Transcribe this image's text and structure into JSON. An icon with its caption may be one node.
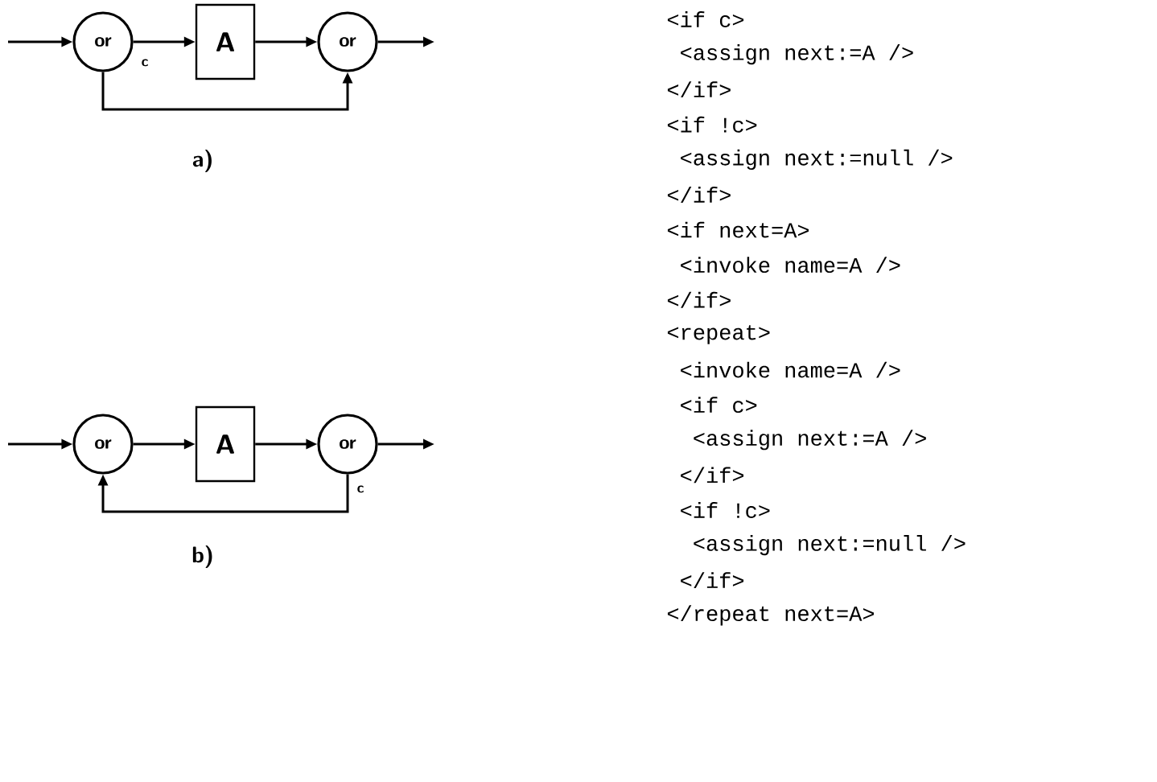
{
  "diagram": {
    "nodes": [
      {
        "text": [
          "or"
        ]
      },
      {
        "text": [
          "A"
        ]
      },
      {
        "text": [
          "or"
        ]
      },
      {
        "text": [
          "or"
        ]
      },
      {
        "text": [
          "A"
        ]
      },
      {
        "text": [
          "or"
        ]
      }
    ],
    "edges": [
      {
        "from": null,
        "to": 0,
        "arrow": "to"
      },
      {
        "from": 0,
        "to": 1,
        "arrow": "to",
        "label": "c"
      },
      {
        "from": 1,
        "to": 2,
        "arrow": "to"
      },
      {
        "from": 0,
        "to": 2,
        "arrow": "to"
      },
      {
        "from": 2,
        "to": null,
        "arrow": "to"
      },
      {
        "from": null,
        "to": 3,
        "arrow": "to"
      },
      {
        "from": 3,
        "to": 4,
        "arrow": "to"
      },
      {
        "from": 4,
        "to": 5,
        "arrow": "to"
      },
      {
        "from": 5,
        "to": 3,
        "arrow": "to",
        "label": "c"
      },
      {
        "from": 5,
        "to": null,
        "arrow": "to"
      }
    ],
    "labels": [
      "a)",
      "b)",
      "<if c>",
      "<assign next:=A />",
      "</if>",
      "<if !c>",
      "<assign next:=null />",
      "</if>",
      "<if next=A>",
      "<invoke name=A />",
      "</if>",
      "<repeat>",
      "<invoke name=A />",
      "<if c>",
      "<assign next:=A />",
      "</if>",
      "<if !c>",
      "<assign next:=null />",
      "</if>",
      "</repeat next=A>"
    ]
  }
}
